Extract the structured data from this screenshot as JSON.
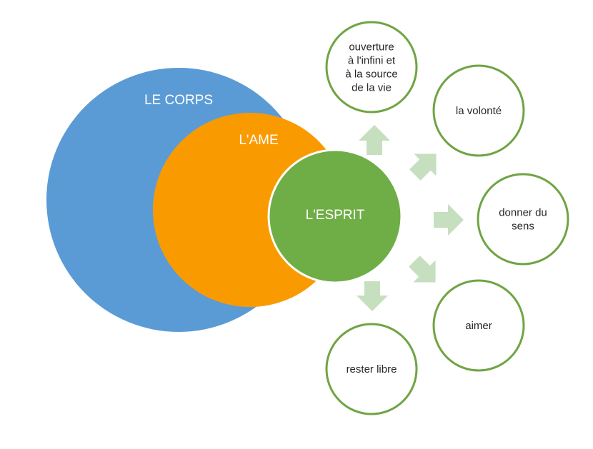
{
  "colors": {
    "corps": "#5b9bd5",
    "ame": "#f99b00",
    "esprit": "#6fae46",
    "esprit_border": "#ffffff",
    "arrow": "#c5dfbf",
    "outcome_border": "#6fa443",
    "outcome_fill": "#ffffff"
  },
  "circles": {
    "corps": "LE CORPS",
    "ame": "L'AME",
    "esprit": "L'ESPRIT"
  },
  "outcomes": [
    {
      "lines": [
        "ouverture",
        "à l'infini et",
        "à la source",
        "de la vie"
      ]
    },
    {
      "lines": [
        "la volonté"
      ]
    },
    {
      "lines": [
        "donner du",
        "sens"
      ]
    },
    {
      "lines": [
        "aimer"
      ]
    },
    {
      "lines": [
        "rester libre"
      ]
    }
  ]
}
